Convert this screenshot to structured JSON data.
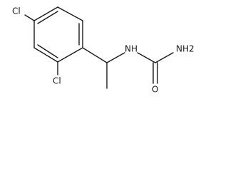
{
  "molecule": {
    "atoms": {
      "cl_left": "Cl",
      "cl_bottom": "Cl",
      "nh": "NH",
      "nh2": "NH2",
      "o": "O"
    }
  }
}
